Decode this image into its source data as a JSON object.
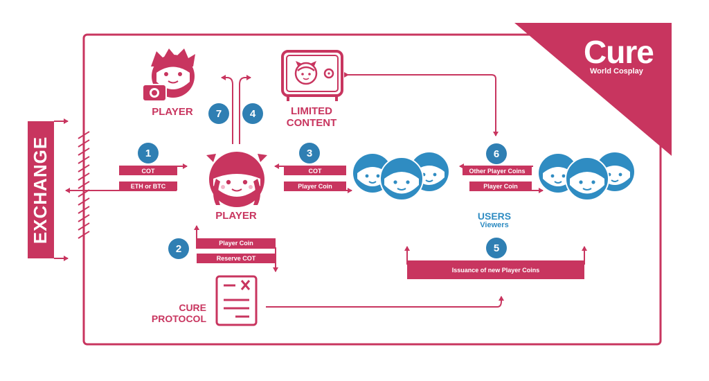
{
  "brand": {
    "title": "Cure",
    "subtitle": "World Cosplay"
  },
  "exchange": {
    "label": "EXCHANGE"
  },
  "nodes": {
    "player_top": "PLAYER",
    "limited_content_line1": "LIMITED",
    "limited_content_line2": "CONTENT",
    "player_center": "PLAYER",
    "users": "USERS",
    "viewers": "Viewers",
    "cure_protocol_line1": "CURE",
    "cure_protocol_line2": "PROTOCOL"
  },
  "steps": [
    "1",
    "2",
    "3",
    "4",
    "5",
    "6",
    "7"
  ],
  "tags": {
    "step1_cot": "COT",
    "step1_eth_btc": "ETH or BTC",
    "step2_player_coin": "Player Coin",
    "step2_reserve_cot": "Reserve COT",
    "step3_cot": "COT",
    "step3_player_coin": "Player Coin",
    "step5_issuance": "Issuance of new Player Coins",
    "step6_other_coins": "Other Player Coins",
    "step6_player_coin": "Player Coin"
  },
  "icons": [
    "player-photographer-icon",
    "limited-content-safe-icon",
    "player-cosplayer-icon",
    "users-group-icon",
    "viewers-group-icon",
    "contract-document-icon"
  ],
  "colors": {
    "brand": "#c8355f",
    "step": "#2f7fb3",
    "users": "#2f8cc2",
    "background": "#ffffff"
  }
}
